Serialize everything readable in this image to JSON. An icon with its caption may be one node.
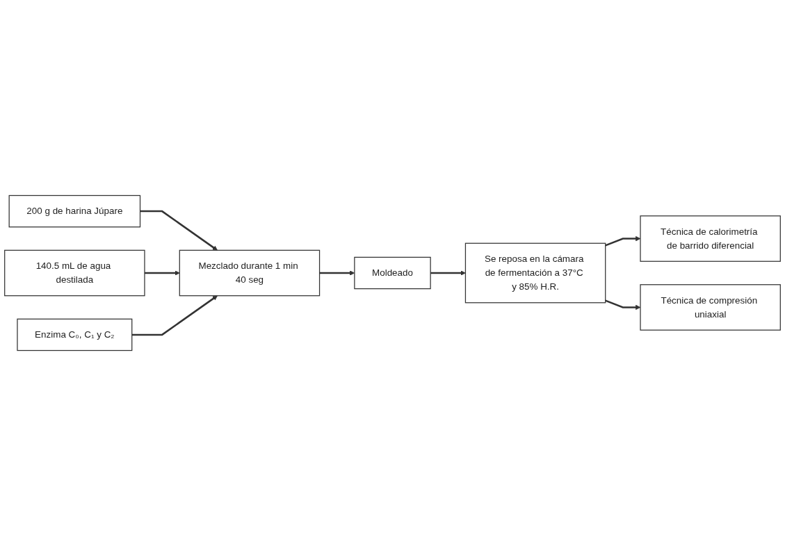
{
  "diagram": {
    "nodes": [
      {
        "text": [
          "200 g de harina Júpare"
        ]
      },
      {
        "text": [
          "140.5 mL de agua destilada"
        ]
      },
      {
        "text": [
          "Enzima C₀, C₁ y C₂"
        ]
      },
      {
        "text": [
          "Mezclado durante 1 min 40 seg"
        ]
      },
      {
        "text": [
          "Moldeado"
        ]
      },
      {
        "text": [
          "Se reposa en la cámara de fermentación a 37°C y 85% H.R."
        ]
      },
      {
        "text": [
          "Técnica de calorimetría de barrido diferencial"
        ]
      },
      {
        "text": [
          "Técnica de compresión uniaxial"
        ]
      }
    ],
    "edges": [
      {
        "from": 0,
        "to": 3,
        "arrow": "to"
      },
      {
        "from": 1,
        "to": 3,
        "arrow": "to"
      },
      {
        "from": 2,
        "to": 3,
        "arrow": "to"
      },
      {
        "from": 3,
        "to": 4,
        "arrow": "to"
      },
      {
        "from": 4,
        "to": 5,
        "arrow": "to"
      },
      {
        "from": 5,
        "to": 6,
        "arrow": "to"
      },
      {
        "from": 5,
        "to": 7,
        "arrow": "to"
      }
    ]
  }
}
